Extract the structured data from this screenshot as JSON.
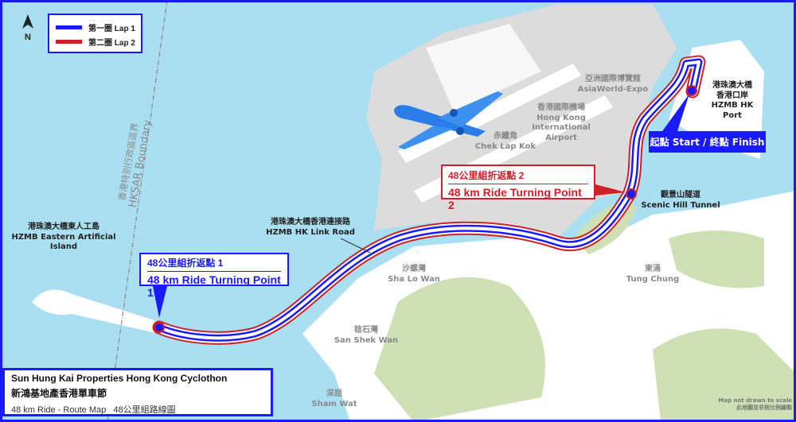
{
  "colors": {
    "lap1": "#1a1aff",
    "lap2": "#d0202a",
    "water": "#a9dff0",
    "land": "#ffffff",
    "airport": "#dcdcdc",
    "hills": "#cfe0b5"
  },
  "compass": {
    "label": "N"
  },
  "legend": {
    "items": [
      {
        "label": "第一圈 Lap 1",
        "color": "#1a1aff"
      },
      {
        "label": "第二圈 Lap 2",
        "color": "#d0202a"
      }
    ]
  },
  "places": {
    "asiaworld_zh": "亞洲國際博覽館",
    "asiaworld_en": "AsiaWorld-Expo",
    "hkia_zh": "香港國際機場",
    "hkia_en1": "Hong Kong",
    "hkia_en2": "International",
    "hkia_en3": "Airport",
    "cheklapkok_zh": "赤鱲角",
    "cheklapkok_en": "Chek Lap Kok",
    "hkport_zh1": "港珠澳大橋",
    "hkport_zh2": "香港口岸",
    "hkport_en": "HZMB HK Port",
    "tunnel_zh": "觀景山隧道",
    "tunnel_en": "Scenic Hill Tunnel",
    "linkroad_zh": "港珠澳大橋香港連接路",
    "linkroad_en": "HZMB HK Link Road",
    "island_zh": "港珠澳大橋東人工島",
    "island_en": "HZMB Eastern Artificial Island",
    "boundary_zh": "香港特別行政區區界",
    "boundary_en": "HKSAR Boundary",
    "shalowan_zh": "沙螺灣",
    "shalowan_en": "Sha Lo Wan",
    "tungchung_zh": "東涌",
    "tungchung_en": "Tung Chung",
    "sanshekwan_zh": "稔石灣",
    "sanshekwan_en": "San Shek Wan",
    "shamwat_zh": "深屈",
    "shamwat_en": "Sham Wat"
  },
  "turning_points": [
    {
      "zh": "48公里組折返點 1",
      "en": "48 km Ride Turning Point 1"
    },
    {
      "zh": "48公里組折返點 2",
      "en": "48 km Ride Turning Point 2"
    }
  ],
  "start_finish": "起點 Start / 終點 Finish",
  "title": {
    "en": "Sun Hung Kai Properties Hong Kong Cyclothon",
    "zh": "新鴻基地產香港單車節",
    "sub": "48 km Ride - Route Map   48公里組路線圖"
  },
  "note": {
    "en": "Map not drawn to scale",
    "zh": "此地圖並非按比例繪製"
  }
}
